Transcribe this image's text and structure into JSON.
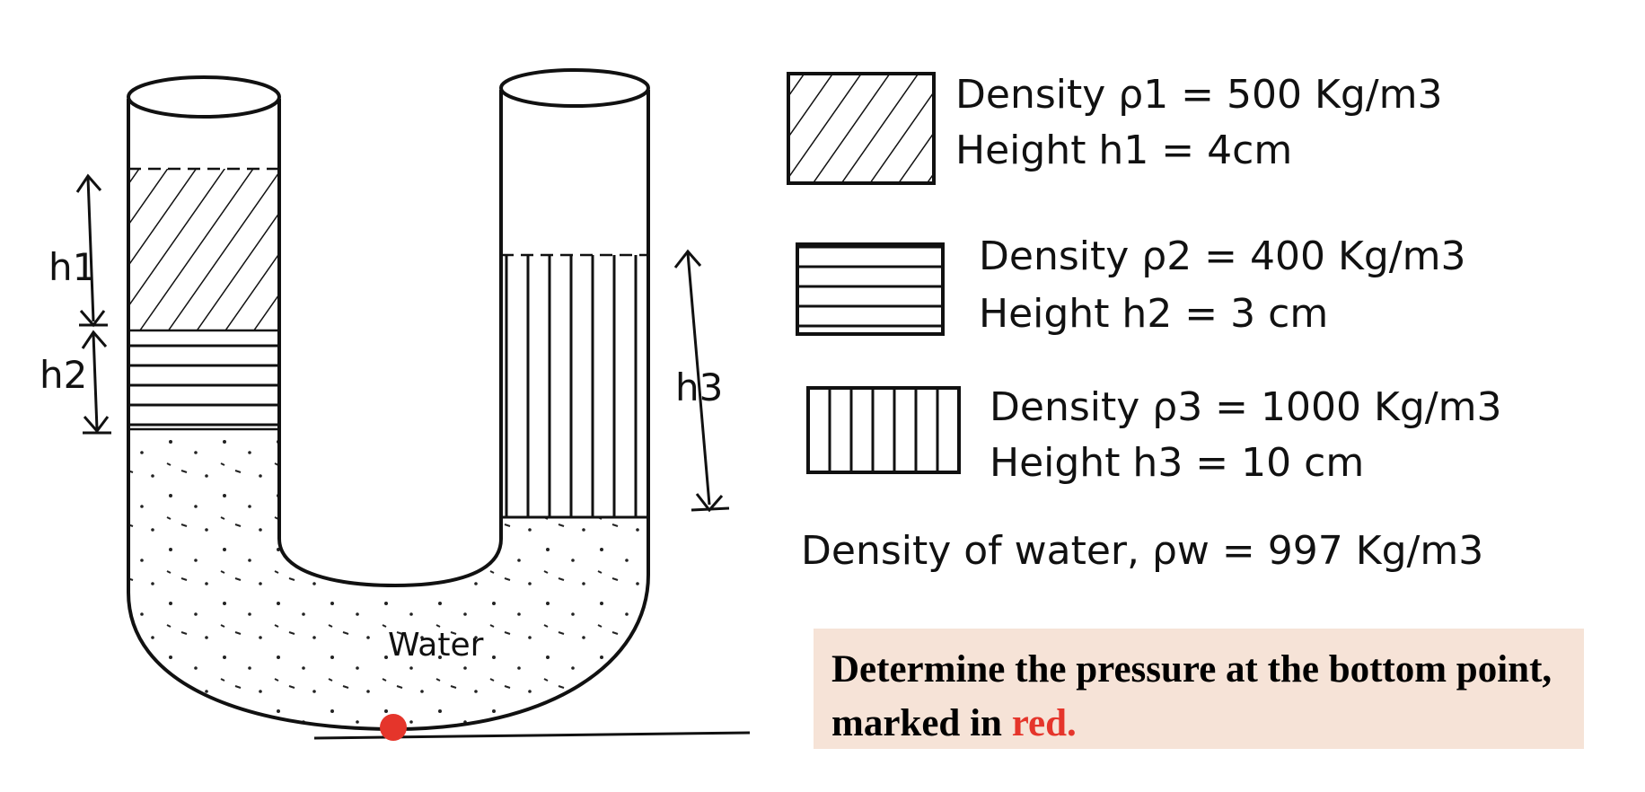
{
  "diagram": {
    "labels": {
      "h1": "h1",
      "h2": "h2",
      "h3": "h3",
      "water": "Water"
    },
    "legend": [
      {
        "pattern": "diagonal",
        "line1": "Density ρ1 = 500 Kg/m3",
        "line2": "Height h1 = 4cm"
      },
      {
        "pattern": "horizontal",
        "line1": "Density ρ2 = 400 Kg/m3",
        "line2": "Height h2 = 3 cm"
      },
      {
        "pattern": "vertical",
        "line1": "Density ρ3 = 1000 Kg/m3",
        "line2": "Height h3 = 10 cm"
      }
    ],
    "water_density": "Density of water, ρw = 997 Kg/m3",
    "point_color": "#e5352b"
  },
  "question": {
    "text_before": "Determine the pressure at the bottom point, marked in ",
    "highlight": "red.",
    "background": "#f6e3d7"
  }
}
